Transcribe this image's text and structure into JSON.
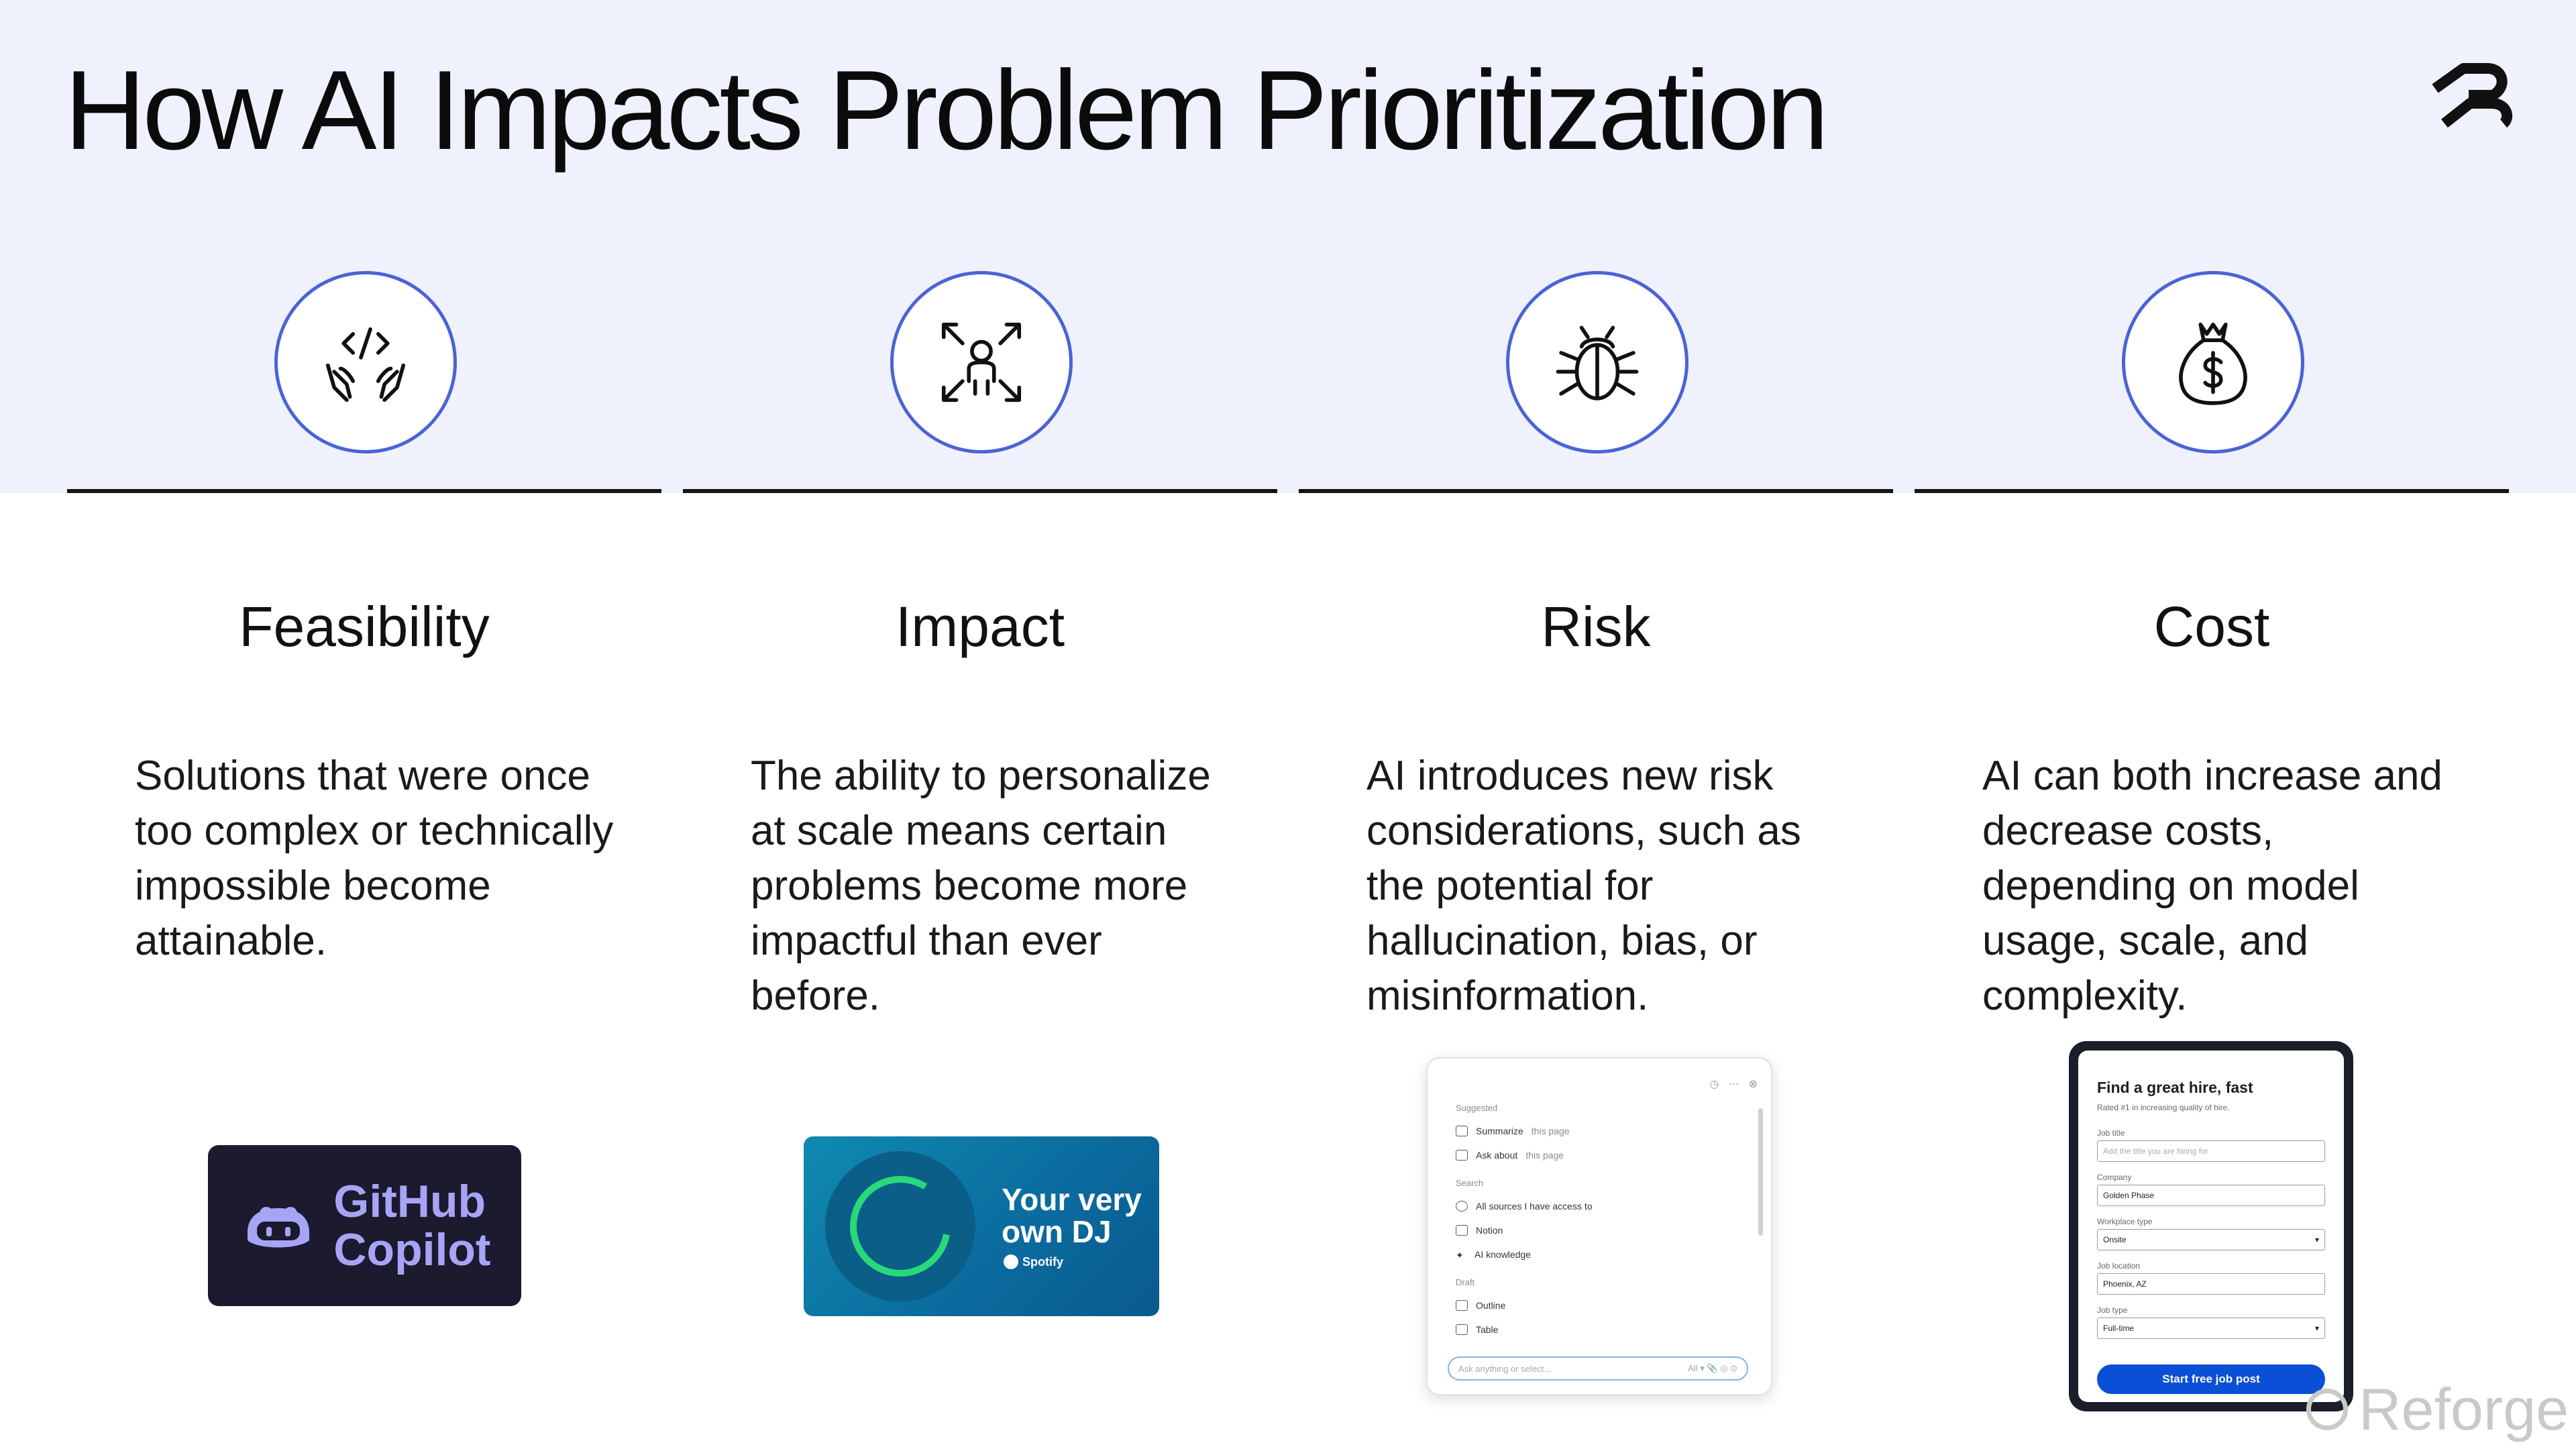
{
  "slide": {
    "title": "How AI Impacts Problem Prioritization",
    "logo_icon": "reforge-logo-icon",
    "watermark": "Reforge",
    "colors": {
      "header_bg": "#eff1fd",
      "accent": "#4a63d6",
      "text": "#111111"
    }
  },
  "columns": [
    {
      "icon": "code-hands-icon",
      "title": "Feasibility",
      "description": "Solutions that were once too complex or technically impossible become attainable.",
      "image": {
        "line1": "GitHub",
        "line2": "Copilot"
      }
    },
    {
      "icon": "person-expand-arrows-icon",
      "title": "Impact",
      "description": "The ability to personalize at scale means certain problems become more impactful than ever before.",
      "image": {
        "line1": "Your very",
        "line2": "own DJ",
        "brand": "Spotify"
      }
    },
    {
      "icon": "bug-icon",
      "title": "Risk",
      "description": "AI introduces new risk considerations, such as the potential for hallucination, bias, or misinformation.",
      "image": {
        "suggested": "Suggested",
        "summarize": "Summarize",
        "summarize_suffix": "this page",
        "ask": "Ask about",
        "ask_suffix": "this page",
        "search": "Search",
        "all_sources": "All sources I have access to",
        "notion": "Notion",
        "ai_knowledge": "AI knowledge",
        "draft": "Draft",
        "outline": "Outline",
        "table": "Table",
        "input_placeholder": "Ask anything or select...",
        "input_scope": "All"
      }
    },
    {
      "icon": "money-bag-icon",
      "title": "Cost",
      "description": "AI can both increase and decrease costs, depending on model usage, scale, and complexity.",
      "image": {
        "heading": "Find a great hire, fast",
        "subheading": "Rated #1 in increasing quality of hire.",
        "job_title_label": "Job title",
        "job_title_placeholder": "Add the title you are hiring for",
        "company_label": "Company",
        "company_value": "Golden Phase",
        "workplace_label": "Workplace type",
        "workplace_value": "Onsite",
        "location_label": "Job location",
        "location_value": "Phoenix, AZ",
        "job_type_label": "Job type",
        "job_type_value": "Full-time",
        "button": "Start free job post"
      }
    }
  ]
}
